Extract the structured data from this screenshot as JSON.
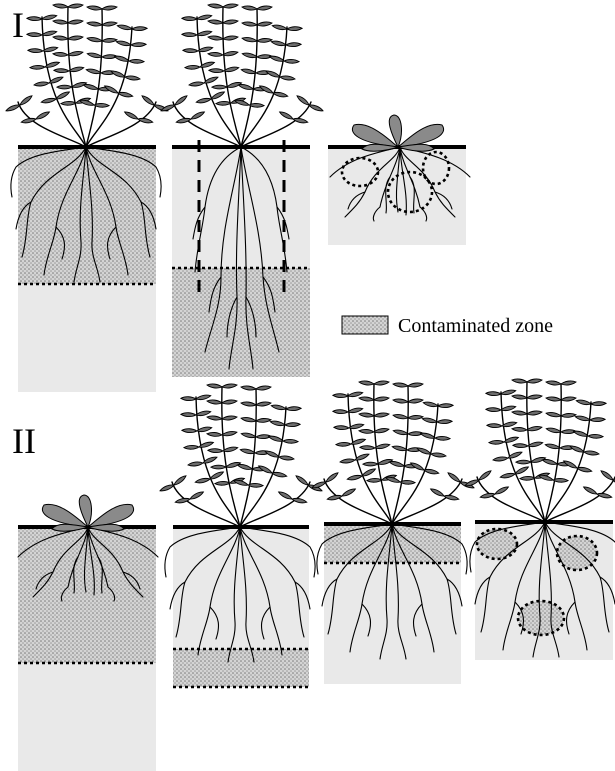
{
  "panels": {
    "section_I_label": "I",
    "section_II_label": "II"
  },
  "legend": {
    "label": "Contaminated zone"
  },
  "colors": {
    "soil": "#e9e9e9",
    "contaminated_fill": "#c6c6c6",
    "leaf": "#6d6d6d",
    "ground_line": "#000000"
  },
  "icons": {
    "tall_plant": "tall-plant-icon",
    "rosette_plant": "rosette-plant-icon",
    "roots": "root-system-icon"
  }
}
